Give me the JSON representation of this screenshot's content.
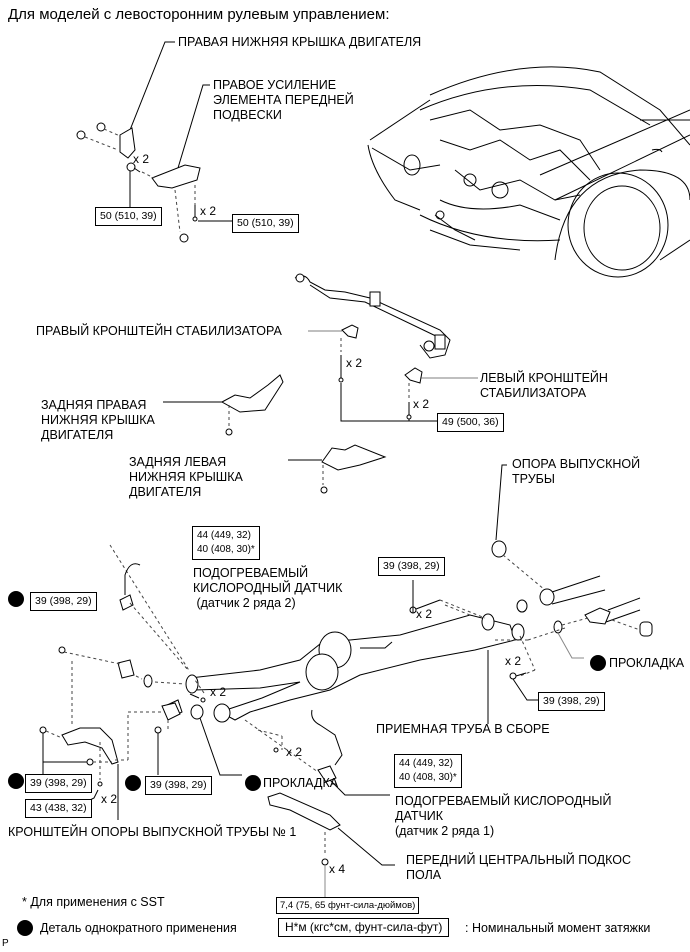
{
  "heading": "Для моделей с левосторонним рулевым управлением:",
  "labels": {
    "right_lower_engine_cover": "ПРАВАЯ НИЖНЯЯ КРЫШКА ДВИГАТЕЛЯ",
    "right_front_susp_reinforcement": [
      "ПРАВОЕ УСИЛЕНИЕ",
      "ЭЛЕМЕНТА ПЕРЕДНЕЙ",
      "ПОДВЕСКИ"
    ],
    "right_stabilizer_bracket": "ПРАВЫЙ КРОНШТЕЙН СТАБИЛИЗАТОРА",
    "left_stabilizer_bracket": [
      "ЛЕВЫЙ КРОНШТЕЙН",
      "СТАБИЛИЗАТОРА"
    ],
    "rear_right_lower_engine_cover": [
      "ЗАДНЯЯ ПРАВАЯ",
      "НИЖНЯЯ КРЫШКА",
      "ДВИГАТЕЛЯ"
    ],
    "rear_left_lower_engine_cover": [
      "ЗАДНЯЯ ЛЕВАЯ",
      "НИЖНЯЯ КРЫШКА",
      "ДВИГАТЕЛЯ"
    ],
    "exhaust_pipe_support": [
      "ОПОРА ВЫПУСКНОЙ",
      "ТРУБЫ"
    ],
    "heated_o2_sensor_b2s2": [
      "ПОДОГРЕВАЕМЫЙ",
      "КИСЛОРОДНЫЙ ДАТЧИК",
      " (датчик 2 ряда 2)"
    ],
    "gasket_right": "ПРОКЛАДКА",
    "front_pipe_assembly": "ПРИЕМНАЯ ТРУБА В СБОРЕ",
    "gasket_center": "ПРОКЛАДКА",
    "heated_o2_sensor_b1s2": [
      "ПОДОГРЕВАЕМЫЙ КИСЛОРОДНЫЙ",
      "ДАТЧИК",
      "(датчик 2 ряда 1)"
    ],
    "exhaust_pipe_support_bracket_1": "КРОНШТЕЙН ОПОРЫ ВЫПУСКНОЙ ТРУБЫ № 1",
    "front_floor_center_brace": [
      "ПЕРЕДНИЙ ЦЕНТРАЛЬНЫЙ ПОДКОС",
      "ПОЛА"
    ]
  },
  "torques": {
    "cover_bolt": "50 (510, 39)",
    "reinforcement_bolt": "50 (510, 39)",
    "stabilizer": "49 (500, 36)",
    "o2_b2s2": [
      "44 (449, 32)",
      "40 (408, 30)*"
    ],
    "pipe_flange_upper": "39 (398, 29)",
    "pipe_nut_left_top": "39 (398, 29)",
    "pipe_flange_right": "39 (398, 29)",
    "bracket_nuts": "39 (398, 29)",
    "bracket_bolts": "43 (438, 32)",
    "center_nut": "39 (398, 29)",
    "o2_b1s2": [
      "44 (449, 32)",
      "40 (408, 30)*"
    ],
    "brace": "7,4 (75, 65 фунт-сила-дюймов)"
  },
  "qty": {
    "x2": "x 2",
    "x4": "x 4"
  },
  "legend": {
    "sst_note": "* Для применения с SST",
    "non_reusable": "Деталь однократного применения",
    "torque_unit": "Н*м (кгс*см, фунт-сила-фут)",
    "torque_desc": ": Номинальный момент затяжки"
  },
  "footer_mark": "P"
}
